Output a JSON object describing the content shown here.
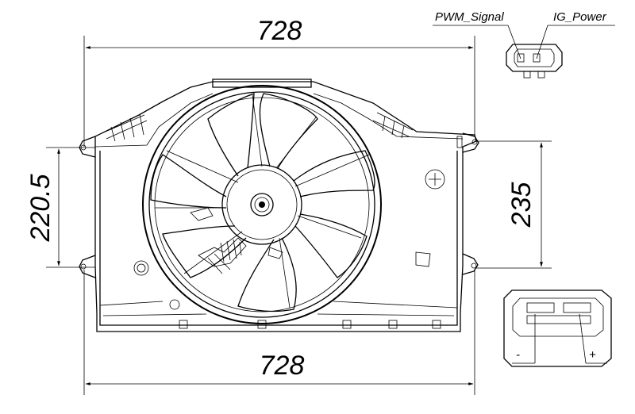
{
  "dimensions": {
    "top_width": "728",
    "bottom_width": "728",
    "left_height": "220.5",
    "right_height": "235"
  },
  "connector_top": {
    "pin1_label": "PWM_Signal",
    "pin2_label": "IG_Power"
  },
  "connector_bottom": {
    "minus_label": "-",
    "plus_label": "+"
  }
}
